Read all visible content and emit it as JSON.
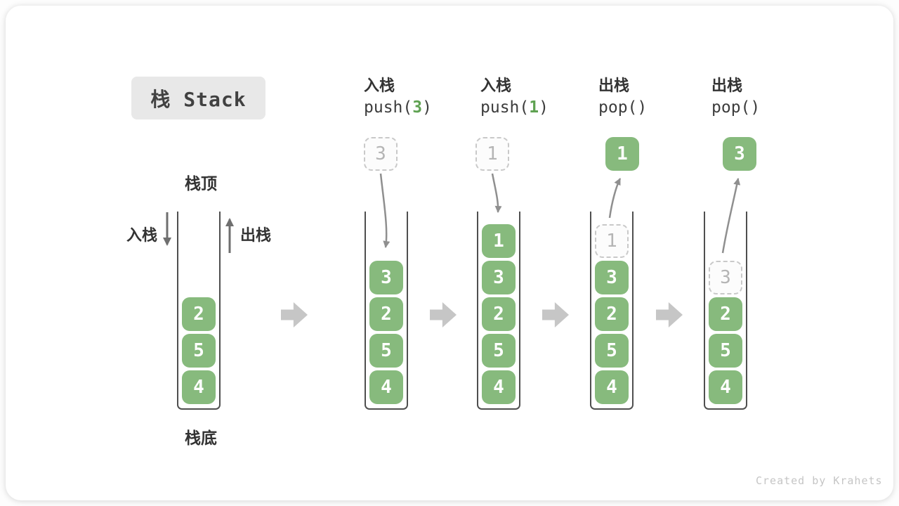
{
  "title": "栈 Stack",
  "labels": {
    "stack_top": "栈顶",
    "stack_bottom": "栈底",
    "push": "入栈",
    "pop": "出栈"
  },
  "initial_stack": {
    "items": [
      "2",
      "5",
      "4"
    ]
  },
  "steps": [
    {
      "action": "入栈",
      "code": {
        "prefix": "push(",
        "arg": "3",
        "suffix": ")"
      },
      "floating": {
        "value": "3",
        "style": "dashed-incoming"
      },
      "stack": [
        "3",
        "2",
        "5",
        "4"
      ]
    },
    {
      "action": "入栈",
      "code": {
        "prefix": "push(",
        "arg": "1",
        "suffix": ")"
      },
      "floating": {
        "value": "1",
        "style": "dashed-incoming"
      },
      "stack": [
        "1",
        "3",
        "2",
        "5",
        "4"
      ]
    },
    {
      "action": "出栈",
      "code": {
        "prefix": "pop(",
        "arg": "",
        "suffix": ")"
      },
      "floating": {
        "value": "1",
        "style": "solid-popped"
      },
      "stack": [
        "1",
        "3",
        "2",
        "5",
        "4"
      ],
      "ghost_slot_value": "1"
    },
    {
      "action": "出栈",
      "code": {
        "prefix": "pop(",
        "arg": "",
        "suffix": ")"
      },
      "floating": {
        "value": "3",
        "style": "solid-popped"
      },
      "stack": [
        "3",
        "2",
        "5",
        "4"
      ],
      "ghost_slot_value": "3"
    }
  ],
  "colors": {
    "element_green": "#87ba7d",
    "code_arg_green": "#5fa252",
    "block_arrow_gray": "#c6c6c6",
    "curved_arrow_gray": "#8f8f8f",
    "ghost_border_gray": "#c9c9c9",
    "title_box_bg": "#e8e8e8"
  },
  "credit": "Created by Krahets"
}
